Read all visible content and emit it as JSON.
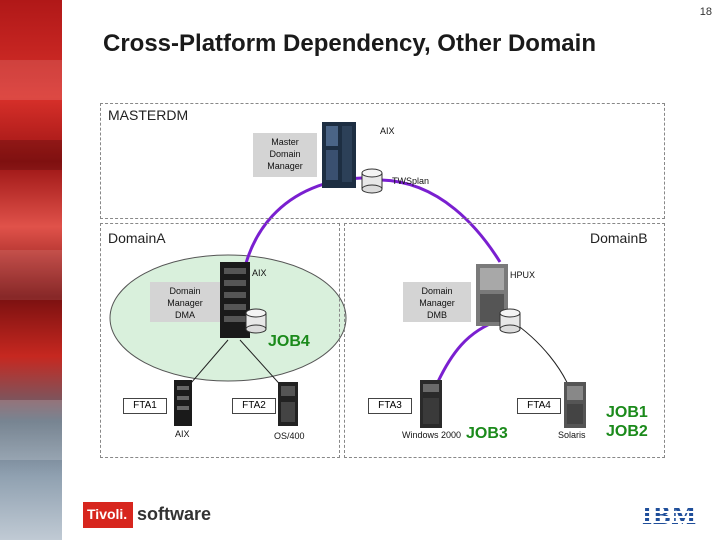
{
  "page_number": "18",
  "title": "Cross-Platform Dependency, Other Domain",
  "master_domain": {
    "name": "MASTERDM",
    "role": [
      "Master",
      "Domain",
      "Manager"
    ],
    "os": "AIX",
    "database": "TWSplan"
  },
  "domain_a": {
    "name": "DomainA",
    "role": [
      "Domain",
      "Manager",
      "DMA"
    ],
    "os": "AIX",
    "job": "JOB4",
    "agents": [
      {
        "name": "FTA1",
        "os": "AIX"
      },
      {
        "name": "FTA2",
        "os": "OS/400"
      }
    ]
  },
  "domain_b": {
    "name": "DomainB",
    "role": [
      "Domain",
      "Manager",
      "DMB"
    ],
    "os": "HPUX",
    "agents": [
      {
        "name": "FTA3",
        "os": "Windows 2000",
        "job": "JOB3"
      },
      {
        "name": "FTA4",
        "os": "Solaris",
        "jobs": [
          "JOB1",
          "JOB2"
        ]
      }
    ]
  },
  "footer": {
    "brand": "Tivoli.",
    "product": "software",
    "company": "IBM"
  },
  "colors": {
    "link": "#7a1fd0",
    "highlight": "#d9f0dc",
    "job_text": "#1b8a1b",
    "brand_red": "#d7261e"
  }
}
